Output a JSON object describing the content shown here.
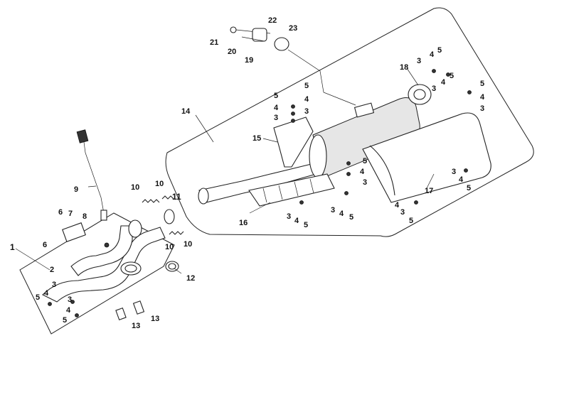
{
  "callouts": {
    "c1": "1",
    "c2": "2",
    "c3a": "3",
    "c3b": "3",
    "c3c": "3",
    "c3d": "3",
    "c3e": "3",
    "c3f": "3",
    "c3g": "3",
    "c3h": "3",
    "c3i": "3",
    "c3j": "3",
    "c3k": "3",
    "c4a": "4",
    "c4b": "4",
    "c4c": "4",
    "c4d": "4",
    "c4e": "4",
    "c4f": "4",
    "c4g": "4",
    "c4h": "4",
    "c4i": "4",
    "c4j": "4",
    "c4k": "4",
    "c4l": "4",
    "c5a": "5",
    "c5b": "5",
    "c5c": "5",
    "c5d": "5",
    "c5e": "5",
    "c5f": "5",
    "c5g": "5",
    "c5h": "5",
    "c5i": "5",
    "c5j": "5",
    "c5k": "5",
    "c5l": "5",
    "c6a": "6",
    "c6b": "6",
    "c7": "7",
    "c8": "8",
    "c9": "9",
    "c10a": "10",
    "c10b": "10",
    "c10c": "10",
    "c10d": "10",
    "c11": "11",
    "c12": "12",
    "c13a": "13",
    "c13b": "13",
    "c14": "14",
    "c15": "15",
    "c16": "16",
    "c17": "17",
    "c18": "18",
    "c19": "19",
    "c20": "20",
    "c21": "21",
    "c22": "22",
    "c23": "23"
  }
}
